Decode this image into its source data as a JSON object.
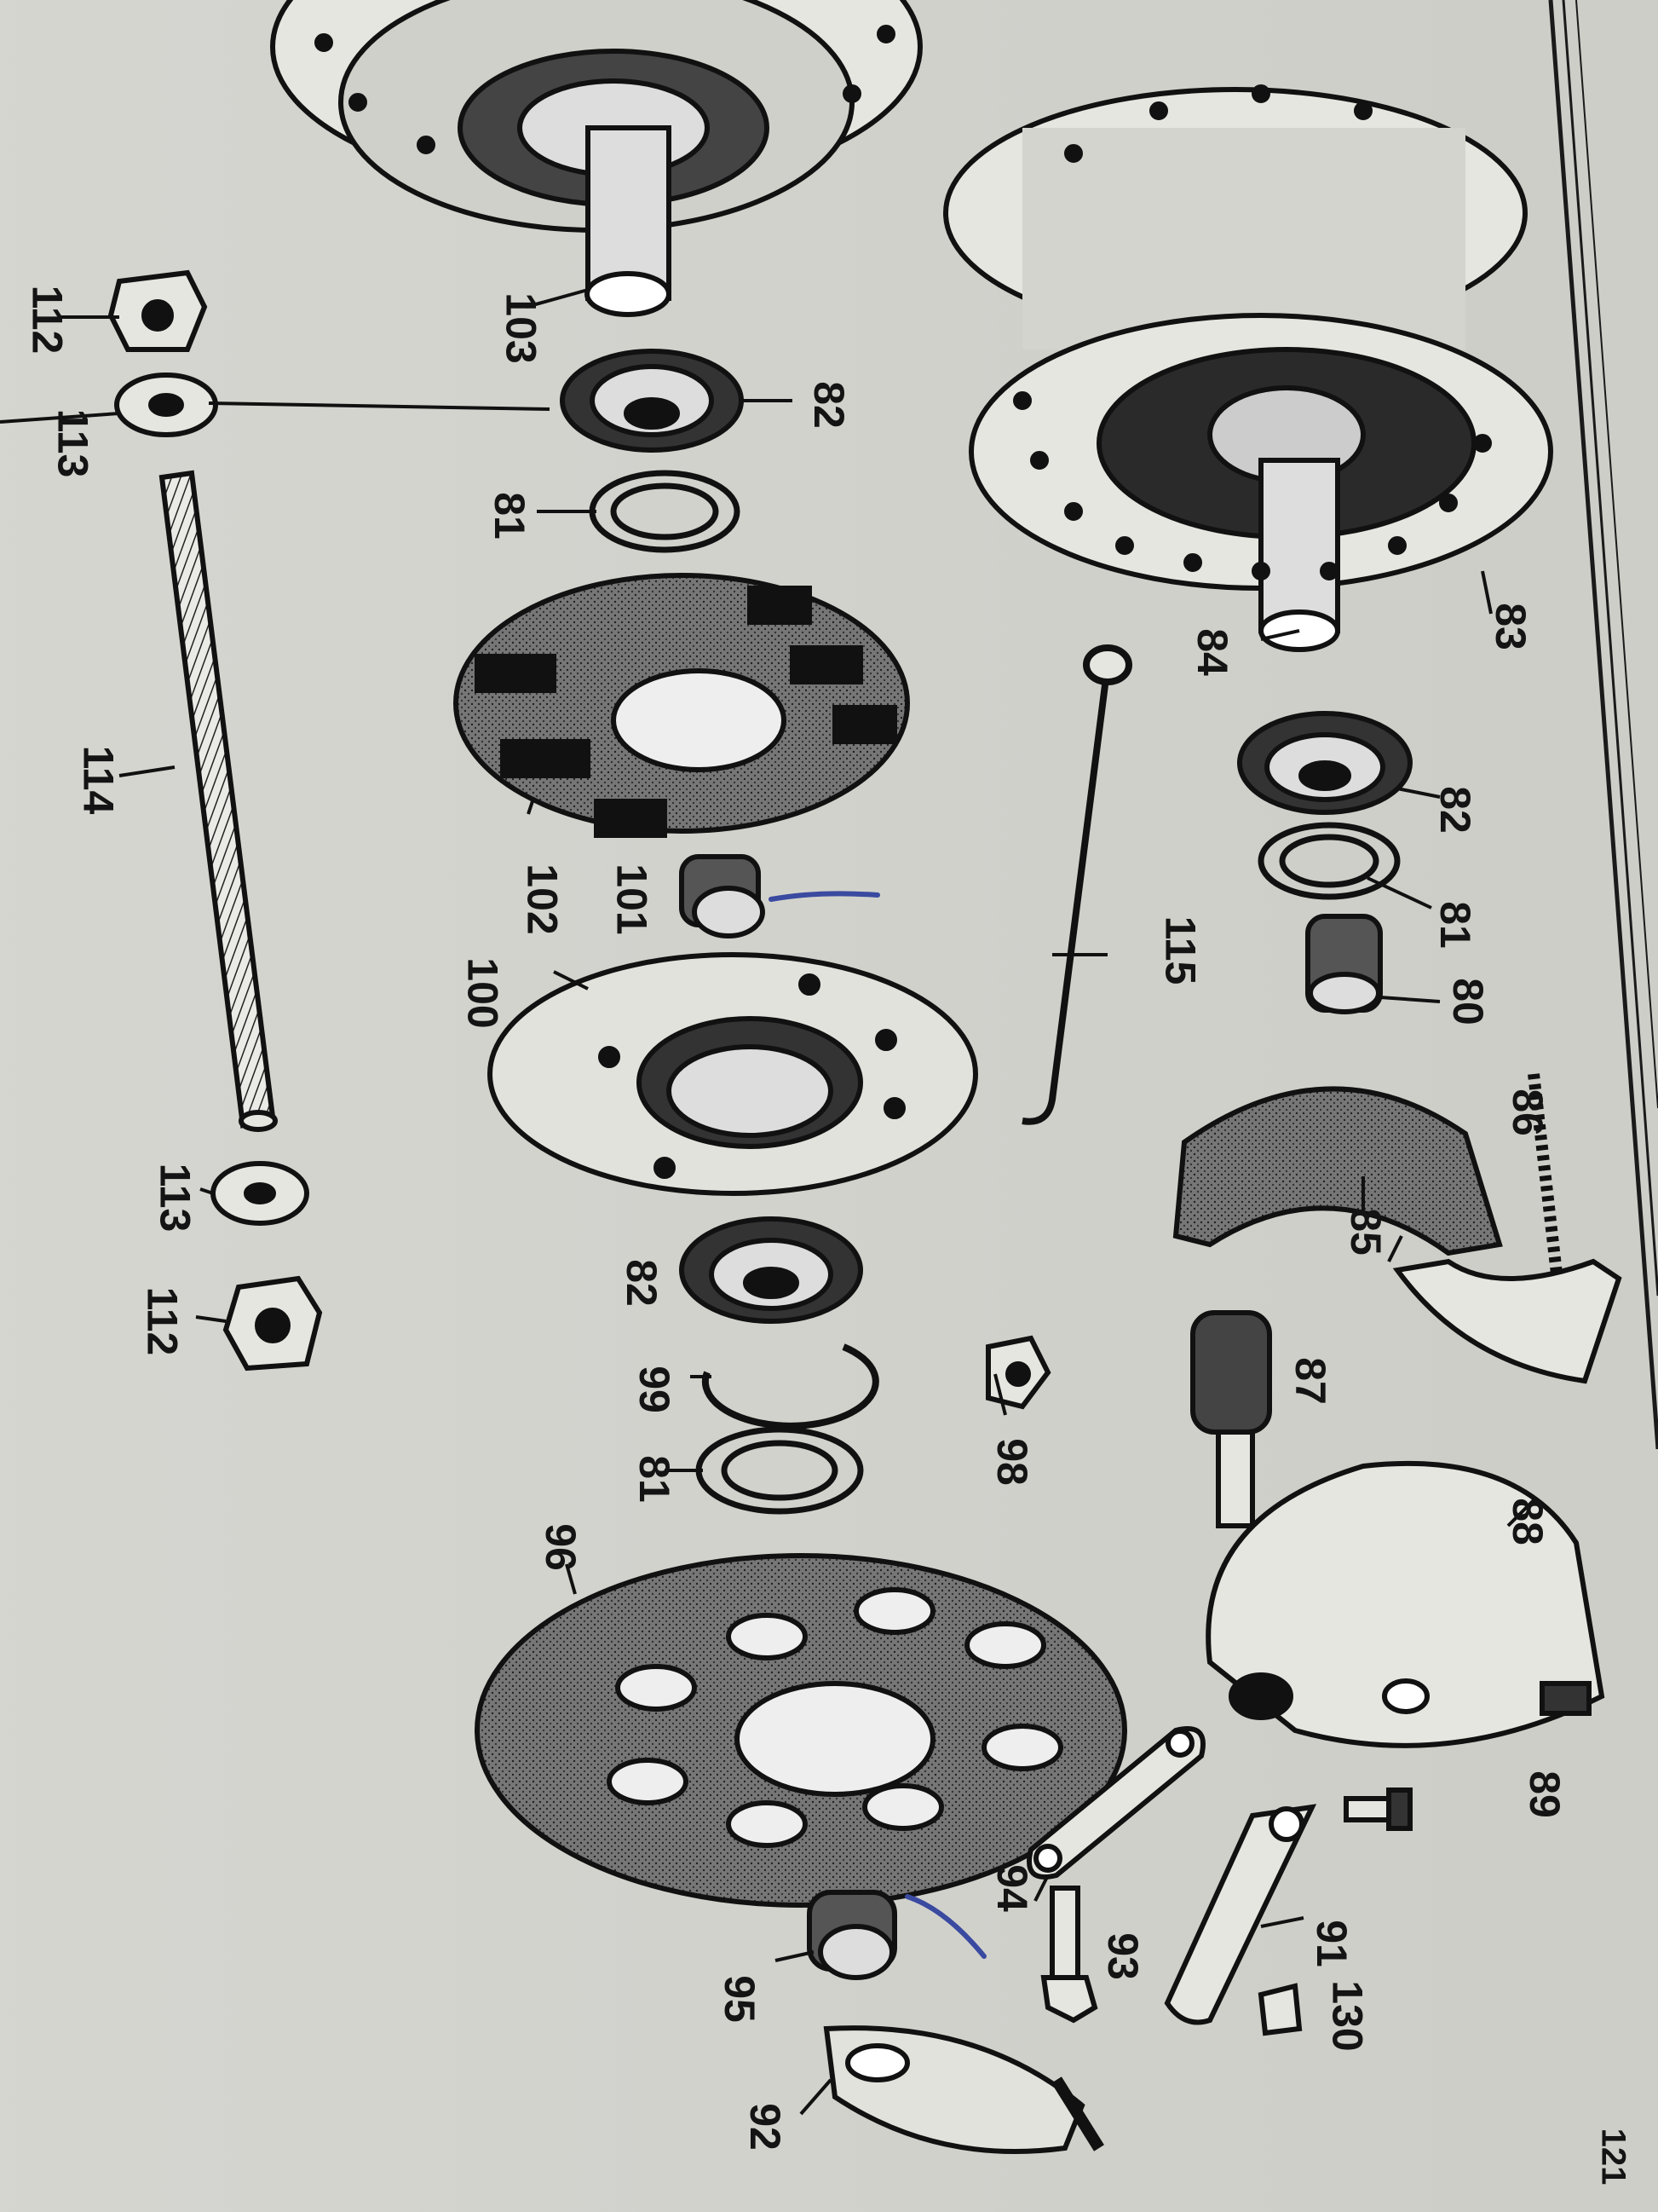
{
  "page": {
    "background": "#d9d9d4",
    "ink": "#141414",
    "pen_mark_color": "#3a4aa0"
  },
  "callouts": {
    "c103": "103",
    "c82_top": "82",
    "c81_top": "81",
    "c112_top": "112",
    "c113_top": "113",
    "c114": "114",
    "c102": "102",
    "c101": "101",
    "c100": "100",
    "c113_bottom": "113",
    "c112_bottom": "112",
    "c82_mid": "82",
    "c99": "99",
    "c81_mid": "81",
    "c96": "96",
    "c95": "95",
    "c92": "92",
    "c94": "94",
    "c93": "93",
    "c98": "98",
    "c115": "115",
    "c83": "83",
    "c84": "84",
    "c82_right": "82",
    "c81_right": "81",
    "c80": "80",
    "c86": "86",
    "c85": "85",
    "c87": "87",
    "c88": "88",
    "c89": "89",
    "c91": "91",
    "c130": "130",
    "c121": "121"
  },
  "parts": [
    {
      "id": "103",
      "name": "hub-drum"
    },
    {
      "id": "82",
      "name": "ball-bearing"
    },
    {
      "id": "81",
      "name": "seal-ring"
    },
    {
      "id": "112",
      "name": "hex-nut"
    },
    {
      "id": "113",
      "name": "washer"
    },
    {
      "id": "114",
      "name": "axle"
    },
    {
      "id": "102",
      "name": "cush-rubber"
    },
    {
      "id": "101",
      "name": "spacer-sleeve"
    },
    {
      "id": "100",
      "name": "sprocket-carrier"
    },
    {
      "id": "99",
      "name": "circlip"
    },
    {
      "id": "96",
      "name": "rear-sprocket"
    },
    {
      "id": "95",
      "name": "distance-piece"
    },
    {
      "id": "92",
      "name": "chain-adjuster"
    },
    {
      "id": "94",
      "name": "torque-arm"
    },
    {
      "id": "93",
      "name": "bolt"
    },
    {
      "id": "98",
      "name": "nut"
    },
    {
      "id": "115",
      "name": "brake-rod"
    },
    {
      "id": "83",
      "name": "wheel-hub"
    },
    {
      "id": "84",
      "name": "hub-spindle"
    },
    {
      "id": "80",
      "name": "spacer"
    },
    {
      "id": "86",
      "name": "shoe-spring"
    },
    {
      "id": "85",
      "name": "brake-shoe"
    },
    {
      "id": "87",
      "name": "brake-cam"
    },
    {
      "id": "88",
      "name": "brake-plate"
    },
    {
      "id": "89",
      "name": "screw"
    },
    {
      "id": "91",
      "name": "brake-lever"
    },
    {
      "id": "130",
      "name": "pivot-bolt"
    }
  ]
}
